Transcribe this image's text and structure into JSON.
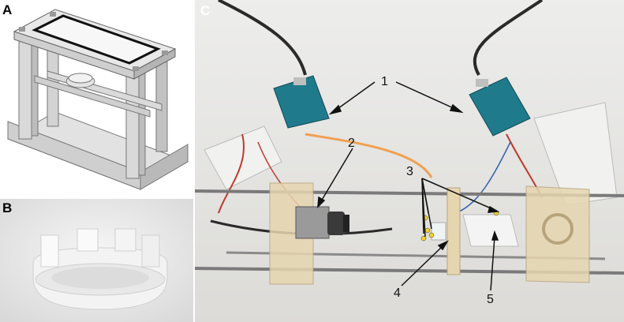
{
  "figure": {
    "panels": [
      {
        "id": "A",
        "label": "A"
      },
      {
        "id": "B",
        "label": "B"
      },
      {
        "id": "C",
        "label": "C"
      }
    ],
    "callouts": [
      "1",
      "2",
      "3",
      "4",
      "5"
    ]
  },
  "colors": {
    "cad_gray": "#c9c9c9",
    "cad_dark": "#8a8a8a",
    "background_wall": "#e9e8e6",
    "table_surface": "#dcdbd8",
    "arduino_board": "#1f7a8c",
    "frame_plastic": "#e6d6b0",
    "cable_black": "#2a2a2a"
  }
}
